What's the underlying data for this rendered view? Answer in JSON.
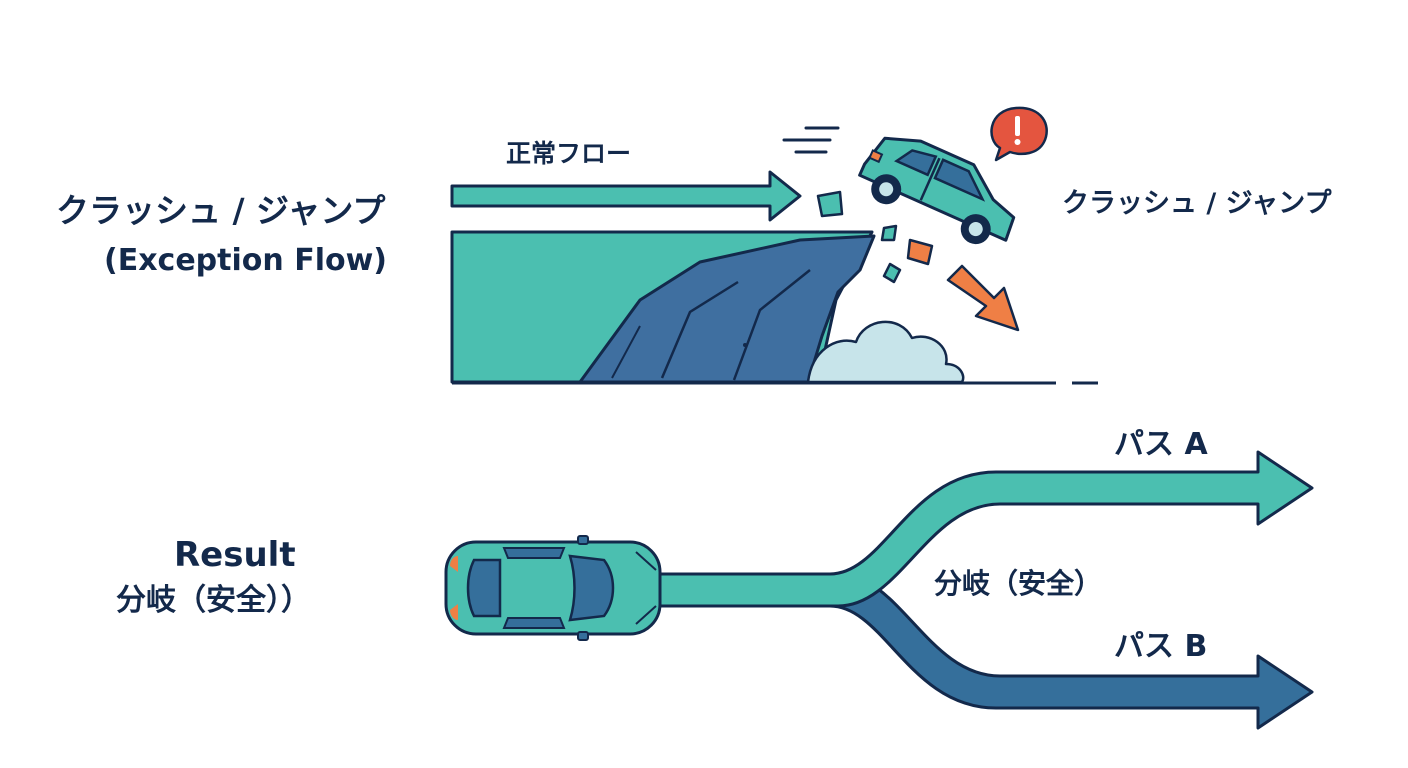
{
  "colors": {
    "ink": "#13294b",
    "teal": "#4bbfb0",
    "blue": "#356f9b",
    "cliff": "#3f6fa0",
    "orange": "#ef7f45",
    "alert_red": "#e4553f",
    "dust": "#c7e4ea"
  },
  "top_section": {
    "left_label_line1": "クラッシュ / ジャンプ",
    "left_label_line2": "(Exception Flow)",
    "normal_flow_label": "正常フロー",
    "right_label": "クラッシュ / ジャンプ",
    "alert_symbol": "!"
  },
  "bottom_section": {
    "result_line1": "Result",
    "result_line2": "分岐（安全））",
    "path_a_label": "パス A",
    "branch_label": "分岐（安全）",
    "path_b_label": "パス B"
  },
  "icons": [
    "speed-lines-icon",
    "car-icon",
    "alert-icon",
    "debris-icon",
    "fall-arrow-icon",
    "dust-cloud-icon",
    "car-topdown-icon"
  ]
}
